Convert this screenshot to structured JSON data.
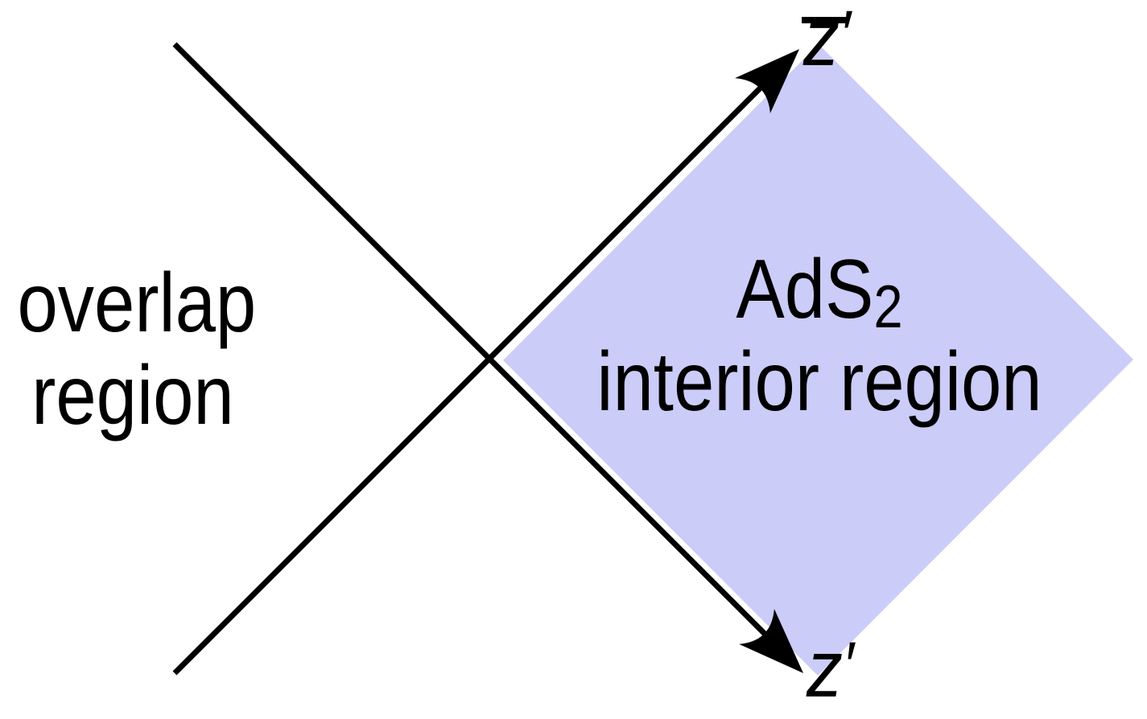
{
  "figure": {
    "background": "#ffffff",
    "colors": {
      "diamond_fill": "#cbccf8",
      "line": "#000000",
      "text": "#000000"
    },
    "left_label": {
      "line1": "overlap",
      "line2": "region"
    },
    "diamond_label": {
      "line1_base": "AdS",
      "line1_sub": "2",
      "line2": "interior region"
    },
    "top_axis_label": {
      "letter": "z",
      "prime": "′"
    },
    "bottom_axis_label": {
      "letter": "z",
      "prime": "′"
    }
  }
}
